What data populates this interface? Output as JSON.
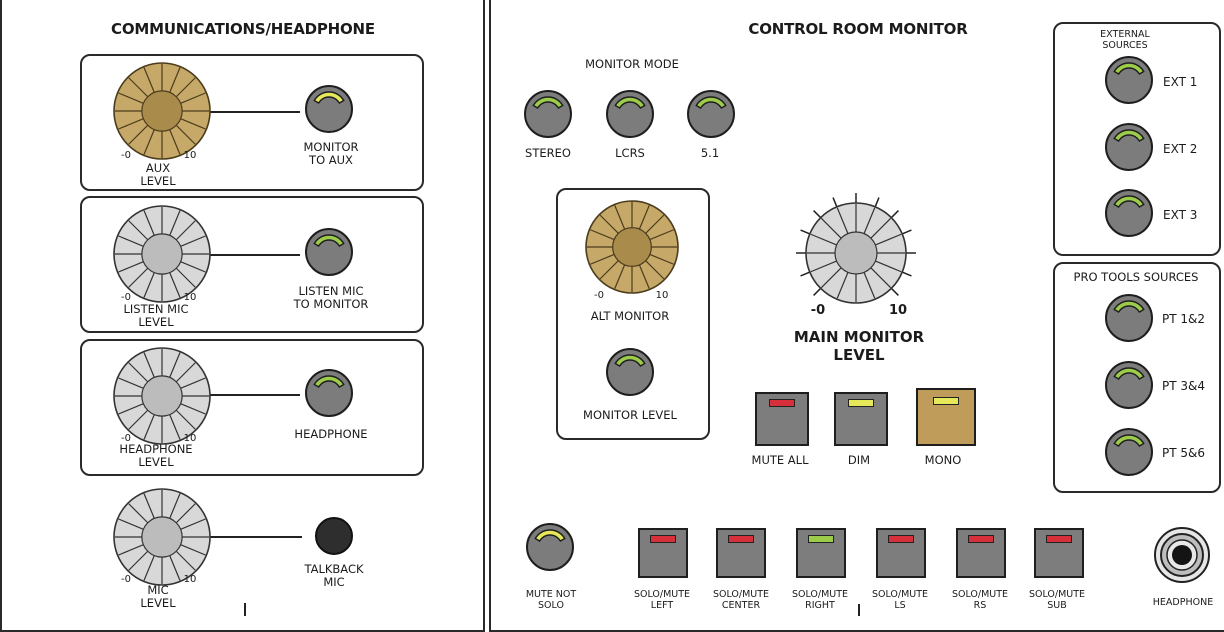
{
  "colors": {
    "highlight": "#f6dd96",
    "led_green": "#9ccc4a",
    "led_red": "#d8303a",
    "led_yellow": "#e6e85a",
    "knob_gray": "#7c7c7c"
  },
  "comms": {
    "title": "COMMUNICATIONS/HEADPHONE",
    "aux_level": "AUX\nLEVEL",
    "monitor_to_aux": "MONITOR\nTO AUX",
    "listen_mic_level": "LISTEN MIC\nLEVEL",
    "listen_mic_to_monitor": "LISTEN MIC\nTO MONITOR",
    "headphone_level": "HEADPHONE\nLEVEL",
    "headphone": "HEADPHONE",
    "mic_level": "MIC\nLEVEL",
    "talkback_mic": "TALKBACK\nMIC",
    "min": "-0",
    "max": "10"
  },
  "crm": {
    "title": "CONTROL ROOM MONITOR",
    "monitor_mode": "MONITOR MODE",
    "stereo": "STEREO",
    "lcrs": "LCRS",
    "five_one": "5.1",
    "alt_monitor": "ALT MONITOR",
    "monitor_level": "MONITOR LEVEL",
    "main_monitor_level": "MAIN MONITOR\nLEVEL",
    "mute_all": "MUTE ALL",
    "dim": "DIM",
    "mono": "MONO",
    "min": "-0",
    "max": "10",
    "alt_min": "-0",
    "alt_max": "10"
  },
  "external": {
    "title": "EXTERNAL\nSOURCES",
    "items": [
      "EXT 1",
      "EXT 2",
      "EXT 3"
    ]
  },
  "protools": {
    "title": "PRO TOOLS SOURCES",
    "items": [
      "PT 1&2",
      "PT 3&4",
      "PT 5&6"
    ]
  },
  "bottom": {
    "mute_not_solo": "MUTE NOT\nSOLO",
    "solo_left": "SOLO/MUTE\nLEFT",
    "solo_center": "SOLO/MUTE\nCENTER",
    "solo_right": "SOLO/MUTE\nRIGHT",
    "solo_ls": "SOLO/MUTE\nLS",
    "solo_rs": "SOLO/MUTE\nRS",
    "solo_sub": "SOLO/MUTE\nSUB",
    "headphone_jack": "HEADPHONE"
  }
}
